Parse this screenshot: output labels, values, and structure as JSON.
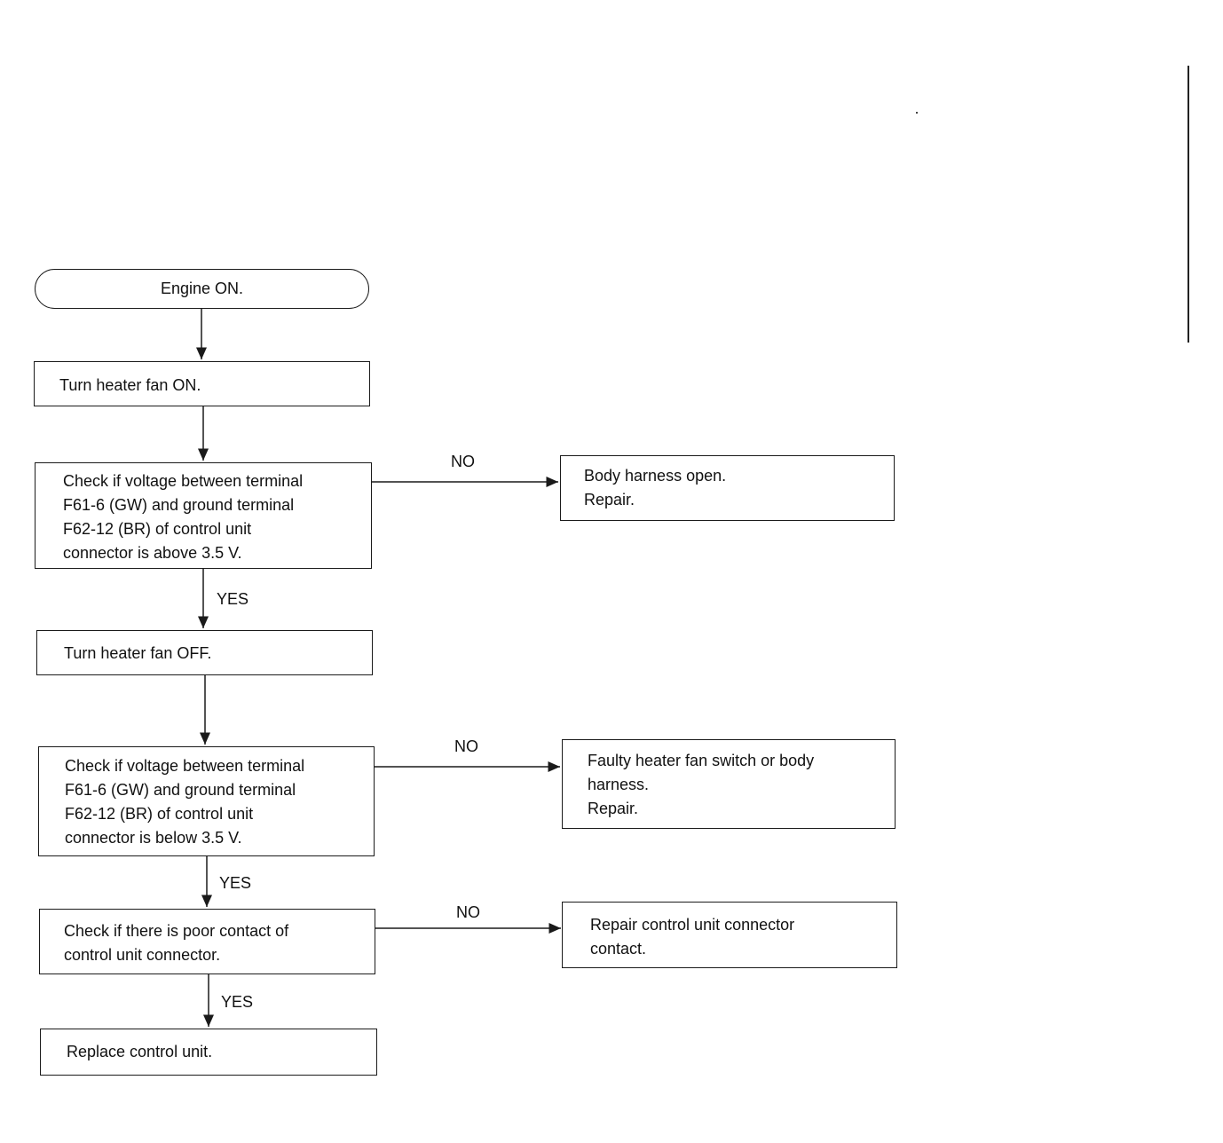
{
  "nodes": {
    "start": "Engine ON.",
    "fan_on": "Turn heater fan ON.",
    "check1": "Check if voltage between terminal\nF61-6 (GW) and ground terminal\nF62-12 (BR) of control unit\nconnector is above 3.5 V.",
    "result1": "Body harness open.\nRepair.",
    "fan_off": "Turn heater fan OFF.",
    "check2": "Check if voltage between terminal\nF61-6 (GW) and ground terminal\nF62-12 (BR) of control unit\nconnector is below 3.5 V.",
    "result2": "Faulty heater fan switch or body\nharness.\nRepair.",
    "check3": "Check if there is poor contact of\ncontrol unit connector.",
    "result3": "Repair control unit connector\ncontact.",
    "final": "Replace control unit."
  },
  "edges": {
    "no1": "NO",
    "yes1": "YES",
    "no2": "NO",
    "yes2": "YES",
    "no3": "NO",
    "yes3": "YES"
  }
}
